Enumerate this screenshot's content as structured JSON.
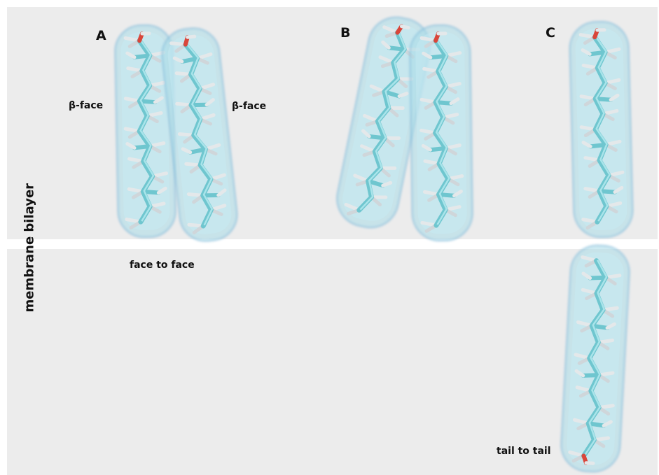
{
  "panels": {
    "a": "A",
    "b": "B",
    "c": "C"
  },
  "labels": {
    "beta_face_left": "β-face",
    "beta_face_right": "β-face",
    "face_to_face": "face to face",
    "tail_to_tail": "tail to tail",
    "membrane": "membrane bilayer"
  },
  "colors": {
    "membrane": "#ececec",
    "surface_fill": "#a8dbe8",
    "surface_stroke": "#7fb8d8",
    "carbon": "#6fc6cf",
    "hydrogen": "#e4e8ea",
    "oxygen": "#d9463a"
  }
}
